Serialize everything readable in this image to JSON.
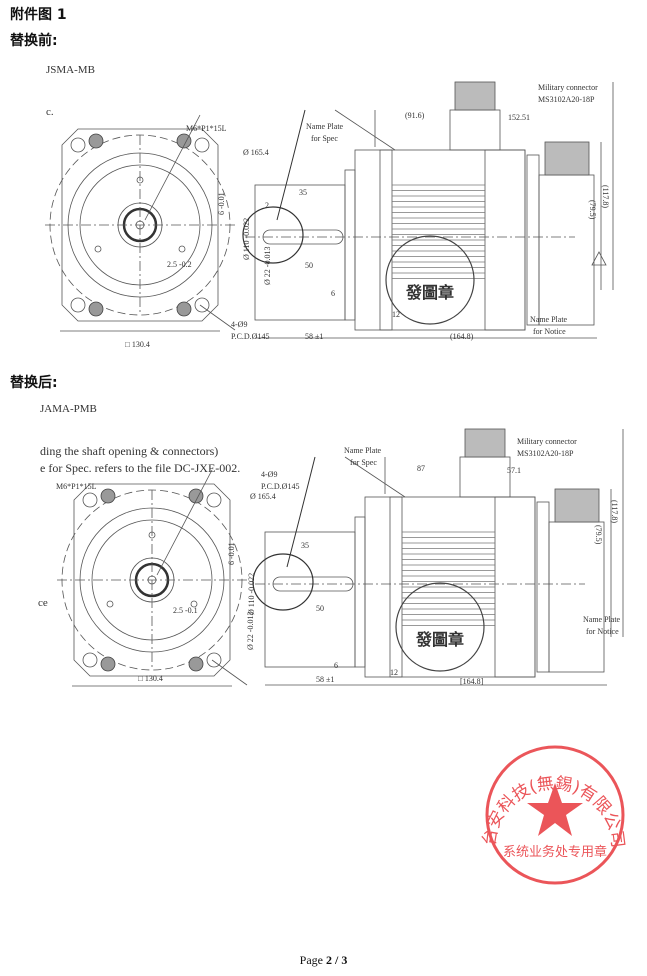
{
  "header": {
    "title": "附件图 1",
    "before_label": "替换前:",
    "after_label": "替换后:"
  },
  "before": {
    "model": "JSMA-MB",
    "fragment": "c.",
    "labels": {
      "thread": "M6*P1*15L",
      "flange_dia": "Ø 165.4",
      "holes": "4-Ø9",
      "pcd": "P.C.D.Ø145",
      "square": "□ 130.4",
      "key_width": "6 -0.01",
      "key_depth": "2.5 -0.2",
      "name_plate_spec_1": "Name Plate",
      "name_plate_spec_2": "for Spec",
      "len_body": "(91.6)",
      "conn_offset": "152.51",
      "conn_1": "Military connector",
      "conn_2": "MS3102A20-18P",
      "height_total": "(117.8)",
      "height_conn": "(79.5)",
      "shaft_35": "35",
      "shaft_2": "2",
      "pilot": "Ø 110 -0.022",
      "shaft_dia": "Ø 22 -0.013",
      "shaft_50": "50",
      "dim_6": "6",
      "dim_12": "12",
      "shaft_len": "58 ±1",
      "total_len": "(164.8)",
      "name_plate_notice_1": "Name Plate",
      "name_plate_notice_2": "for Notice",
      "stamp": "發圖章"
    }
  },
  "after": {
    "model": "JAMA-PMB",
    "note_1": "ding the shaft opening & connectors)",
    "note_2": "e for Spec. refers to the file DC-JXE-002.",
    "fragment": "ce",
    "labels": {
      "thread": "M6*P1*15L",
      "flange_dia": "Ø 165.4",
      "holes": "4-Ø9",
      "pcd": "P.C.D.Ø145",
      "square": "□ 130.4",
      "key_width": "6 -0.01",
      "key_depth": "2.5 -0.1",
      "name_plate_spec_1": "Name Plate",
      "name_plate_spec_2": "for Spec",
      "len_body": "87",
      "conn_offset": "57.1",
      "conn_1": "Military connector",
      "conn_2": "MS3102A20-18P",
      "height_total": "(117.8)",
      "height_conn": "(79.5)",
      "shaft_35": "35",
      "shaft_2": "",
      "pilot": "Ø 110 -0.022",
      "shaft_dia": "Ø 22 -0.013",
      "shaft_50": "50",
      "dim_6": "6",
      "dim_12": "12",
      "shaft_len": "58 ±1",
      "total_len": "[164.8]",
      "name_plate_notice_1": "Name Plate",
      "name_plate_notice_2": "for Notice",
      "stamp": "發圖章"
    }
  },
  "seal": {
    "outer_text": "台安科技(無錫)有限公司",
    "inner_text": "系统业务处专用章",
    "color": "#e8383d"
  },
  "footer": {
    "prefix": "Page ",
    "current": "2",
    "sep": " / ",
    "total": "3"
  }
}
